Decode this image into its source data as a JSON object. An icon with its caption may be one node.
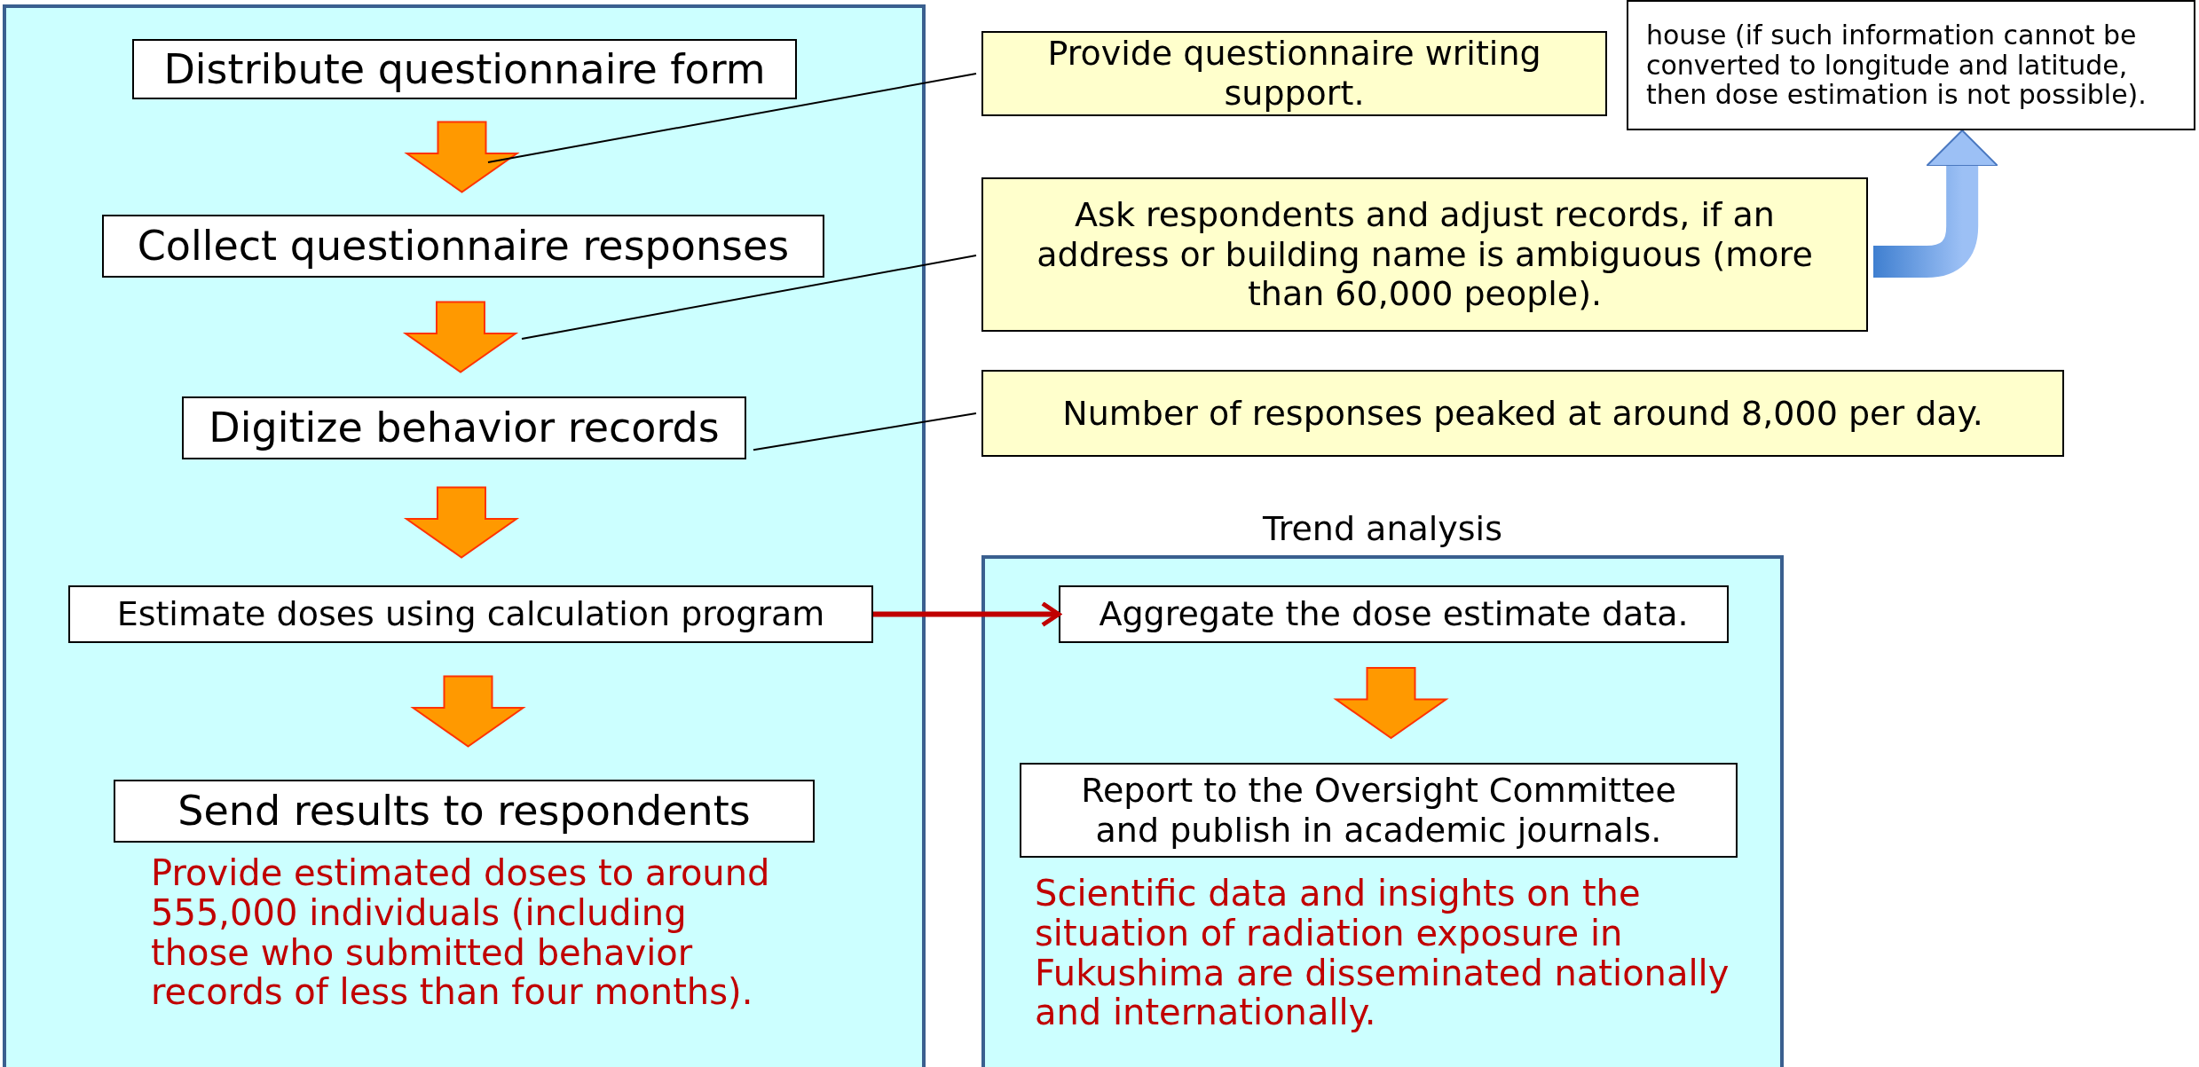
{
  "diagram": {
    "nodes": [
      {
        "text": [],
        "shape": "box"
      },
      {
        "text": [
          "Distribute questionnaire form"
        ],
        "in": 0
      },
      {
        "text": [
          "Collect questionnaire responses"
        ],
        "in": 0
      },
      {
        "text": [
          "Digitize behavior records"
        ],
        "in": 0
      },
      {
        "text": [
          "Estimate doses using calculation program"
        ],
        "in": 0
      },
      {
        "text": [
          "Send results to respondents"
        ],
        "in": 0,
        "beside": [
          "Provide estimated doses to around 555,000 individuals (including those who submitted behavior records of less than four months)."
        ]
      },
      {
        "text": [
          "Provide questionnaire writing support."
        ]
      },
      {
        "text": [
          "house (if such information cannot be converted to longitude and latitude, then dose estimation is not possible)."
        ]
      },
      {
        "text": [
          "Ask respondents and adjust records, if an address or building name is ambiguous (more than 60,000 people)."
        ]
      },
      {
        "text": [
          "Number of responses peaked at around 8,000 per day."
        ]
      },
      {
        "text": [
          "Trend analysis"
        ]
      },
      {
        "text": [
          "Aggregate the dose estimate data."
        ],
        "in": 10
      },
      {
        "text": [
          "Report to the Oversight Committee and publish in academic journals."
        ],
        "in": 10,
        "beside": [
          "Scientific data and insights on the situation of radiation exposure in Fukushima are disseminated nationally and internationally."
        ]
      }
    ],
    "edges": [
      {
        "from": 1,
        "to": 2,
        "arrow": "to"
      },
      {
        "from": 2,
        "to": 3,
        "arrow": "to"
      },
      {
        "from": 3,
        "to": 4,
        "arrow": "to"
      },
      {
        "from": 4,
        "to": 5,
        "arrow": "to"
      },
      {
        "from": 11,
        "to": 12,
        "arrow": "to"
      },
      {
        "from": 4,
        "to": 11,
        "arrow": "to",
        "style": "thick",
        "color": "#c00000"
      },
      {
        "from": 8,
        "to": 7,
        "arrow": "to",
        "style": "thick",
        "color": "#5b8fdf"
      },
      {
        "from": 6,
        "to": null,
        "arrow": "none",
        "color": "#000000"
      },
      {
        "from": 8,
        "to": null,
        "arrow": "none",
        "color": "#000000"
      },
      {
        "from": 9,
        "to": 3,
        "arrow": "none",
        "color": "#000000"
      }
    ]
  }
}
